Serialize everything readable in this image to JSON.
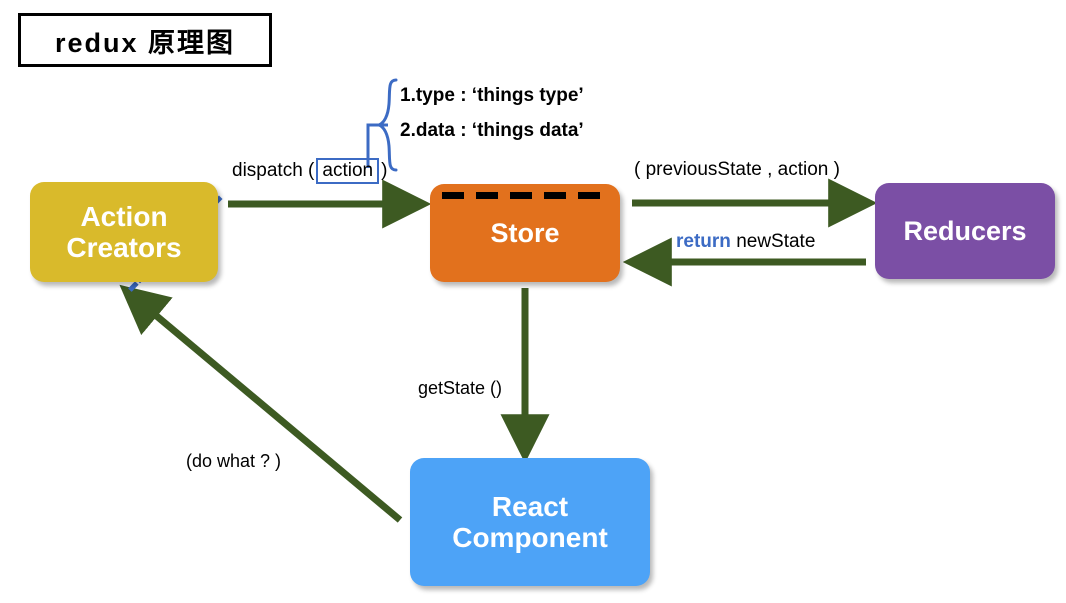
{
  "title": {
    "text": "redux 原理图"
  },
  "nodes": [
    {
      "id": "action-creators",
      "label": "Action\nCreators",
      "color": "#D9BA2B"
    },
    {
      "id": "store",
      "label": "Store",
      "color": "#E2711D"
    },
    {
      "id": "reducers",
      "label": "Reducers",
      "color": "#7B4FA5"
    },
    {
      "id": "react-component",
      "label": "React\nComponent",
      "color": "#4DA3F7"
    }
  ],
  "node_labels": {
    "action_creators_line1": "Action",
    "action_creators_line2": "Creators",
    "store": "Store",
    "reducers": "Reducers",
    "react_line1": "React",
    "react_line2": "Component"
  },
  "annotations": {
    "dispatch_prefix": "dispatch (",
    "dispatch_boxed": "action",
    "dispatch_suffix": ")",
    "brace_item_1": "1.type : ‘things type’",
    "brace_item_2": "2.data : ‘things data’",
    "previous_state": "( previousState , action )",
    "return_keyword": "return",
    "return_value": "newState",
    "get_state": "getState ()",
    "do_what": "(do what ? )"
  },
  "colors": {
    "arrow_green": "#3D5A22",
    "accent_blue": "#3C6BC4",
    "dotted_blue": "#3C6BC4",
    "action_creators": "#D9BA2B",
    "store": "#E2711D",
    "reducers": "#7B4FA5",
    "react_component": "#4DA3F7",
    "title_border": "#000000",
    "background": "#FFFFFF"
  },
  "edges": [
    {
      "name": "dispatch-arrow",
      "from": "action-creators",
      "to": "store",
      "label": "dispatch ( action )"
    },
    {
      "name": "previous-state-arrow",
      "from": "store",
      "to": "reducers",
      "label": "( previousState , action )"
    },
    {
      "name": "return-arrow",
      "from": "reducers",
      "to": "store",
      "label": "return newState"
    },
    {
      "name": "get-state-arrow",
      "from": "store",
      "to": "react-component",
      "label": "getState ()"
    },
    {
      "name": "do-what-arrow",
      "from": "react-component",
      "to": "action-creators",
      "label": "(do what ? )"
    }
  ]
}
